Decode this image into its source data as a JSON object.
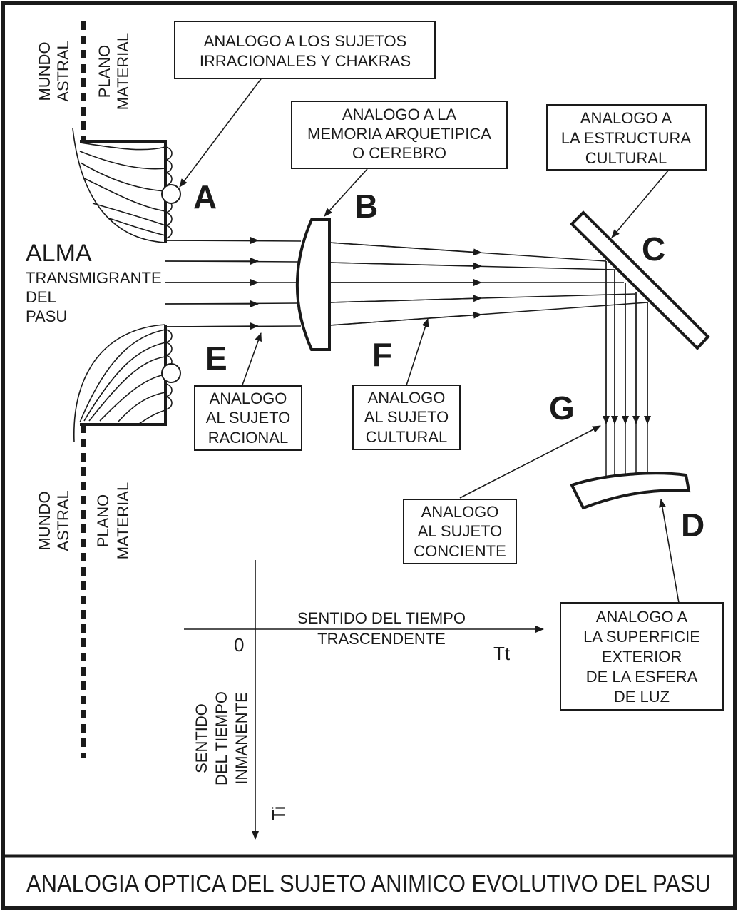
{
  "title": "ANALOGIA OPTICA DEL SUJETO ANIMICO EVOLUTIVO DEL PASU",
  "letters": {
    "A": "A",
    "B": "B",
    "C": "C",
    "D": "D",
    "E": "E",
    "F": "F",
    "G": "G"
  },
  "left_top": {
    "mundo": "MUNDO",
    "astral": "ASTRAL",
    "plano": "PLANO",
    "material": "MATERIAL"
  },
  "left_bottom": {
    "mundo": "MUNDO",
    "astral": "ASTRAL",
    "plano": "PLANO",
    "material": "MATERIAL"
  },
  "alma": {
    "line1": "ALMA",
    "line2": "TRANSMIGRANTE",
    "line3": "DEL",
    "line4": "PASU"
  },
  "boxes": {
    "a": [
      "ANALOGO A LOS SUJETOS",
      "IRRACIONALES Y CHAKRAS"
    ],
    "b": [
      "ANALOGO A LA",
      "MEMORIA ARQUETIPICA",
      "O CEREBRO"
    ],
    "c": [
      "ANALOGO A",
      "LA ESTRUCTURA",
      "CULTURAL"
    ],
    "e": [
      "ANALOGO",
      "AL SUJETO",
      "RACIONAL"
    ],
    "f": [
      "ANALOGO",
      "AL SUJETO",
      "CULTURAL"
    ],
    "g": [
      "ANALOGO",
      "AL SUJETO",
      "CONCIENTE"
    ],
    "d": [
      "ANALOGO A",
      "LA SUPERFICIE",
      "EXTERIOR",
      "DE LA ESFERA",
      "DE LUZ"
    ]
  },
  "axes": {
    "origin": "0",
    "x_label_1": "SENTIDO DEL TIEMPO",
    "x_label_2": "TRASCENDENTE",
    "x_symbol": "Tt",
    "y_label_1": "SENTIDO",
    "y_label_2": "DEL TIEMPO",
    "y_label_3": "INMANENTE",
    "y_symbol": "Ti"
  }
}
